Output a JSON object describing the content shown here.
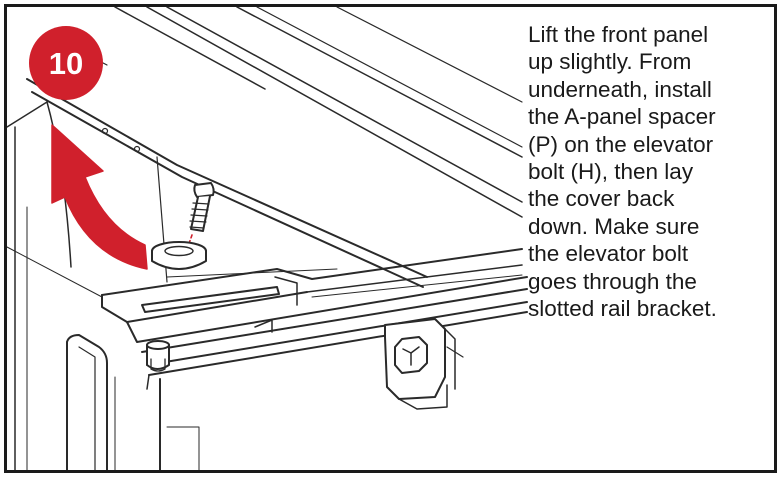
{
  "step": {
    "number": "10",
    "badge_color": "#d0202c",
    "arrow_color": "#d0202c",
    "text_lines": [
      "Lift the front panel",
      "up slightly. From",
      "underneath, install",
      "the A-panel spacer",
      "(P) on the elevator",
      "bolt (H), then lay",
      "the cover back",
      "down. Make sure",
      "the elevator bolt",
      "goes through the",
      "slotted rail bracket."
    ]
  },
  "illustration": {
    "depicts": [
      "tonneau-cover-panel",
      "elevator-bolt",
      "a-panel-spacer",
      "side-rail",
      "rail-bracket"
    ]
  }
}
